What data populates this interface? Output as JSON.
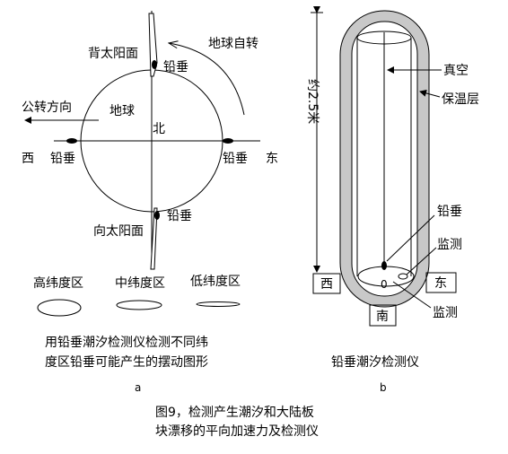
{
  "panel_a": {
    "back_sun": "背太阳面",
    "plumb_top": "铅垂",
    "earth_rotation": "地球自转",
    "revolution_direction": "公转方向",
    "earth": "地球",
    "north": "北",
    "west": "西",
    "plumb_left": "铅垂",
    "plumb_right": "铅垂",
    "east": "东",
    "plumb_bottom": "铅垂",
    "toward_sun": "向太阳面",
    "zone_high": "高纬度区",
    "zone_mid": "中纬度区",
    "zone_low": "低纬度区",
    "caption_line1": "用铅垂潮汐检测仪检测不同纬",
    "caption_line2": "度区铅垂可能产生的摆动图形",
    "panel_letter": "a"
  },
  "panel_b": {
    "height_label": "约2.5米",
    "vacuum": "真空",
    "insulation": "保温层",
    "plumb": "铅垂",
    "monitor_1": "监测",
    "west": "西",
    "east": "东",
    "south": "南",
    "zero": "0",
    "monitor_2": "监测",
    "caption": "铅垂潮汐检测仪",
    "panel_letter": "b"
  },
  "figure_caption": {
    "line1": "图9，检测产生潮汐和大陆板",
    "line2": "块漂移的平向加速力及检测仪"
  }
}
